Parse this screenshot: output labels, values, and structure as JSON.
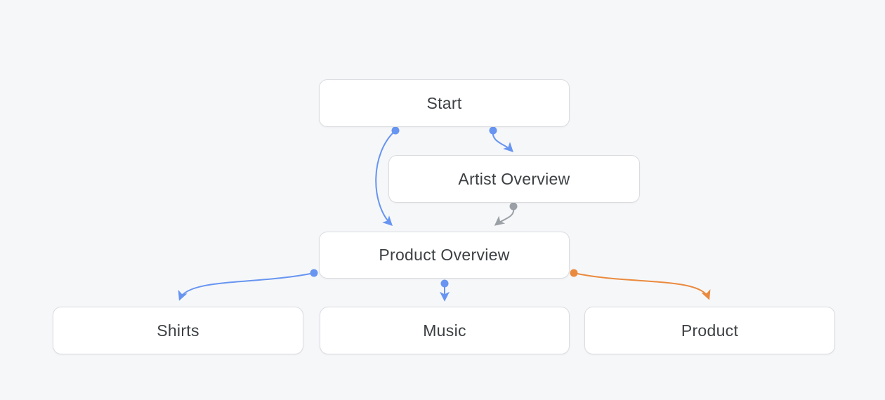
{
  "diagram": {
    "title": "navigation-flow-diagram",
    "nodes": [
      {
        "id": "start",
        "label": "Start"
      },
      {
        "id": "artist-overview",
        "label": "Artist Overview"
      },
      {
        "id": "product-overview",
        "label": "Product Overview"
      },
      {
        "id": "shirts",
        "label": "Shirts"
      },
      {
        "id": "music",
        "label": "Music"
      },
      {
        "id": "product",
        "label": "Product"
      }
    ],
    "edges": [
      {
        "from": "start",
        "to": "artist-overview",
        "color": "blue"
      },
      {
        "from": "start",
        "to": "product-overview",
        "color": "blue"
      },
      {
        "from": "artist-overview",
        "to": "product-overview",
        "color": "gray"
      },
      {
        "from": "product-overview",
        "to": "shirts",
        "color": "blue"
      },
      {
        "from": "product-overview",
        "to": "music",
        "color": "blue"
      },
      {
        "from": "product-overview",
        "to": "product",
        "color": "orange"
      }
    ]
  },
  "colors": {
    "canvas_bg": "#f6f7f9",
    "node_bg": "#ffffff",
    "node_border": "#dadce0",
    "node_text": "#3c4043",
    "edge_blue": "#6795f1",
    "edge_gray": "#9aa0a6",
    "edge_orange": "#ea8a3e"
  }
}
